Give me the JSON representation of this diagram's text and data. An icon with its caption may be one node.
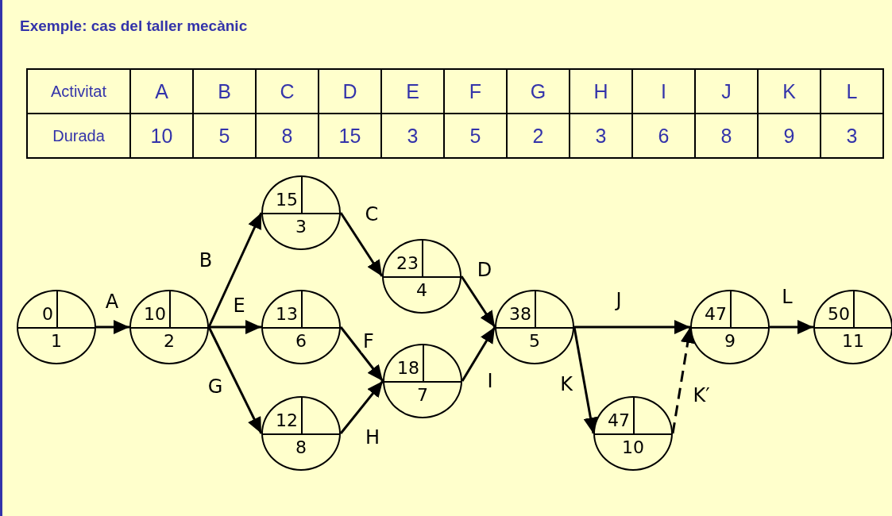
{
  "diagram": {
    "title": "Exemple: cas del taller mecànic",
    "nodes": [
      {
        "text": [
          "0",
          "1"
        ]
      },
      {
        "text": [
          "10",
          "2"
        ]
      },
      {
        "text": [
          "15",
          "3"
        ]
      },
      {
        "text": [
          "13",
          "6"
        ]
      },
      {
        "text": [
          "12",
          "8"
        ]
      },
      {
        "text": [
          "23",
          "4"
        ]
      },
      {
        "text": [
          "18",
          "7"
        ]
      },
      {
        "text": [
          "38",
          "5"
        ]
      },
      {
        "text": [
          "47",
          "10"
        ]
      },
      {
        "text": [
          "47",
          "9"
        ]
      },
      {
        "text": [
          "50",
          "11"
        ]
      }
    ],
    "edges": [
      {
        "from": 0,
        "to": 1,
        "arrow": "to",
        "label": "A"
      },
      {
        "from": 1,
        "to": 2,
        "arrow": "to",
        "label": "B"
      },
      {
        "from": 1,
        "to": 3,
        "arrow": "to",
        "label": "E"
      },
      {
        "from": 1,
        "to": 4,
        "arrow": "to",
        "label": "G"
      },
      {
        "from": 2,
        "to": 5,
        "arrow": "to",
        "label": "C"
      },
      {
        "from": 3,
        "to": 6,
        "arrow": "to",
        "label": "F"
      },
      {
        "from": 4,
        "to": 6,
        "arrow": "to",
        "label": "H"
      },
      {
        "from": 5,
        "to": 7,
        "arrow": "to",
        "label": "D"
      },
      {
        "from": 6,
        "to": 7,
        "arrow": "to",
        "label": "I"
      },
      {
        "from": 7,
        "to": 9,
        "arrow": "to",
        "label": "J"
      },
      {
        "from": 7,
        "to": 8,
        "arrow": "to",
        "label": "K"
      },
      {
        "from": 8,
        "to": 9,
        "arrow": "to",
        "label": "K′",
        "style": "dashed"
      },
      {
        "from": 9,
        "to": 10,
        "arrow": "to",
        "label": "L"
      }
    ],
    "labels": [
      "Activitat",
      "A",
      "B",
      "C",
      "D",
      "E",
      "F",
      "G",
      "H",
      "I",
      "J",
      "K",
      "L",
      "Durada",
      "10",
      "5",
      "8",
      "15",
      "3",
      "5",
      "2",
      "3",
      "6",
      "8",
      "9",
      "3"
    ]
  }
}
